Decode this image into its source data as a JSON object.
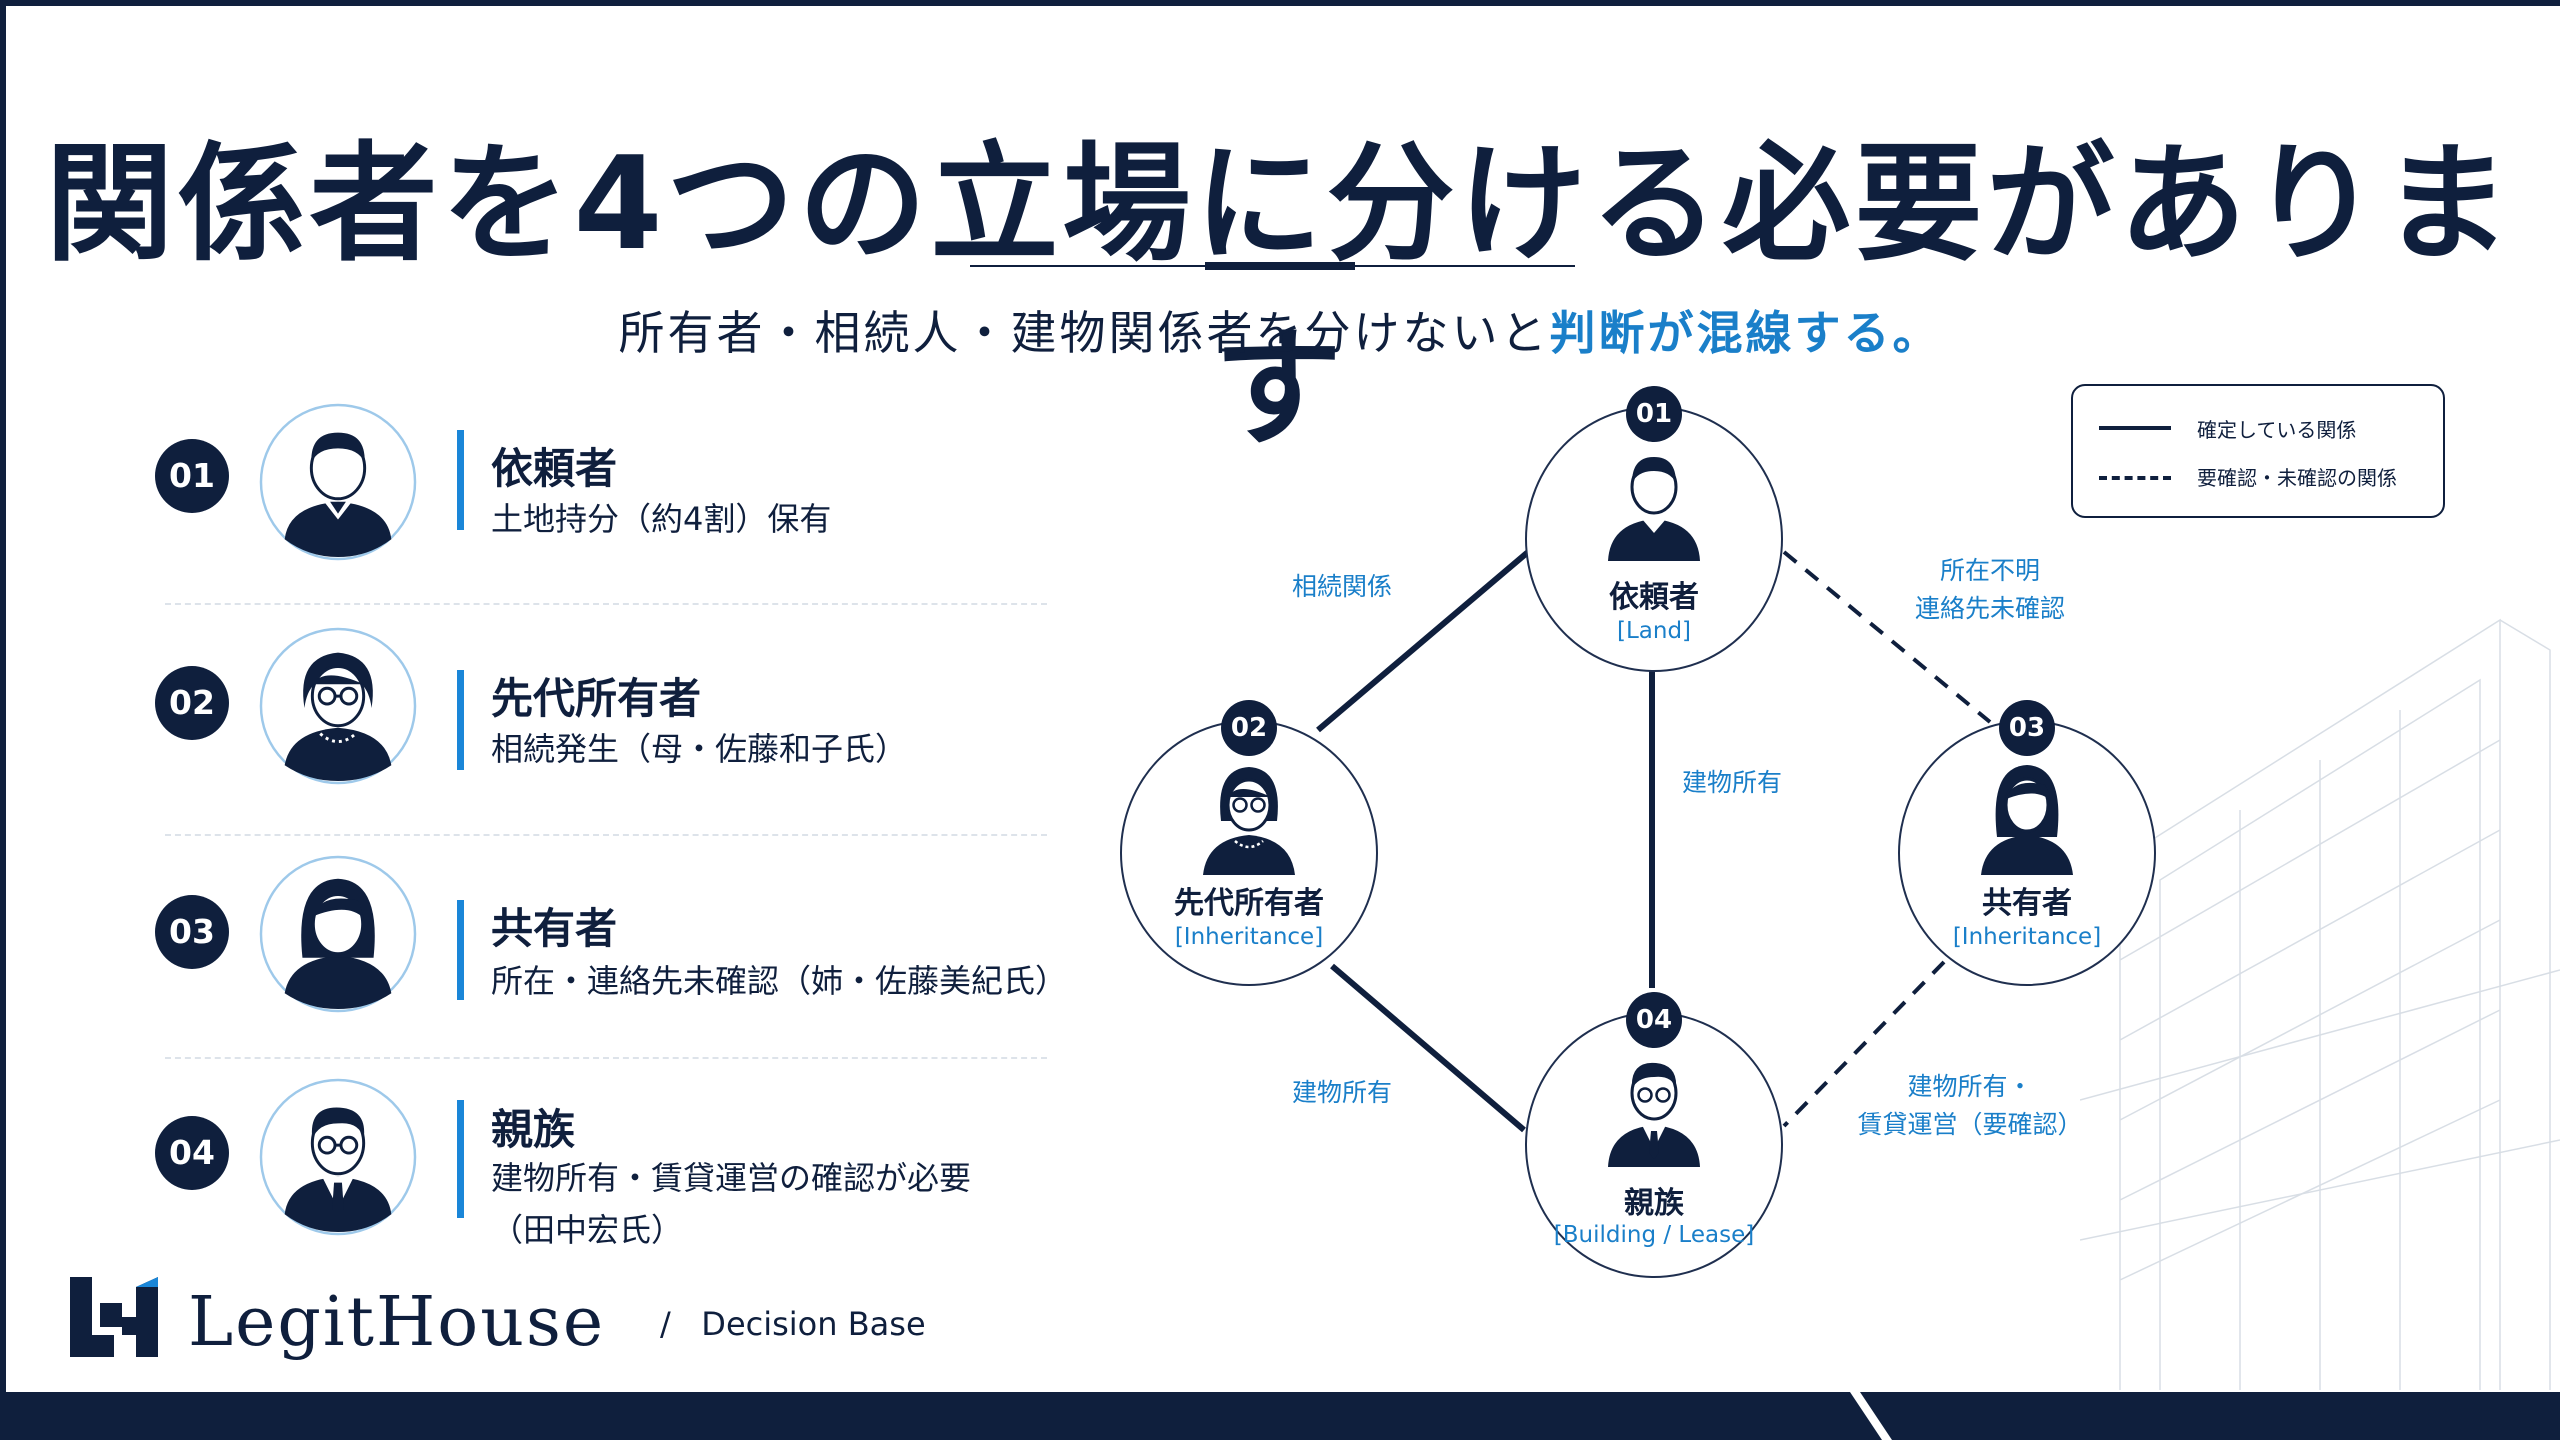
{
  "title": "関係者を4つの立場に分ける必要があります",
  "subtitle": {
    "text": "所有者・相続人・建物関係者を分けないと",
    "highlight": "判断が混線する。"
  },
  "stakeholders": [
    {
      "number": "01",
      "name": "依頼者",
      "description_lines": [
        "土地持分（約4割）保有"
      ]
    },
    {
      "number": "02",
      "name": "先代所有者",
      "description_lines": [
        "相続発生（母・佐藤和子氏）"
      ]
    },
    {
      "number": "03",
      "name": "共有者",
      "description_lines": [
        "所在・連絡先未確認（姉・佐藤美紀氏）"
      ]
    },
    {
      "number": "04",
      "name": "親族",
      "description_lines": [
        "建物所有・賃貸運営の確認が必要",
        "（田中宏氏）"
      ]
    }
  ],
  "legend": {
    "confirmed": "確定している関係",
    "unconfirmed": "要確認・未確認の関係"
  },
  "diagram": {
    "nodes": [
      {
        "number": "01",
        "name": "依頼者",
        "tag": "[Land]"
      },
      {
        "number": "02",
        "name": "先代所有者",
        "tag": "[Inheritance]"
      },
      {
        "number": "03",
        "name": "共有者",
        "tag": "[Inheritance]"
      },
      {
        "number": "04",
        "name": "親族",
        "tag": "[Building / Lease]"
      }
    ],
    "edges": [
      {
        "from": "01",
        "to": "02",
        "label_lines": [
          "相続関係"
        ],
        "style": "solid"
      },
      {
        "from": "01",
        "to": "04",
        "label_lines": [
          "建物所有"
        ],
        "style": "solid"
      },
      {
        "from": "01",
        "to": "03",
        "label_lines": [
          "所在不明",
          "連絡先未確認"
        ],
        "style": "dashed"
      },
      {
        "from": "02",
        "to": "04",
        "label_lines": [
          "建物所有"
        ],
        "style": "solid"
      },
      {
        "from": "03",
        "to": "04",
        "label_lines": [
          "建物所有・",
          "賃貸運営（要確認）"
        ],
        "style": "dashed"
      }
    ]
  },
  "brand": {
    "name": "LegitHouse",
    "separator": "/",
    "product": "Decision Base"
  },
  "colors": {
    "navy": "#0f1f3d",
    "accent_blue": "#1a7fc9",
    "bar_blue": "#1a86d8"
  },
  "icons": {
    "avatar_01": "man-with-sweater-icon",
    "avatar_02": "older-woman-with-glasses-icon",
    "avatar_03": "woman-icon",
    "avatar_04": "man-in-suit-with-glasses-icon"
  }
}
